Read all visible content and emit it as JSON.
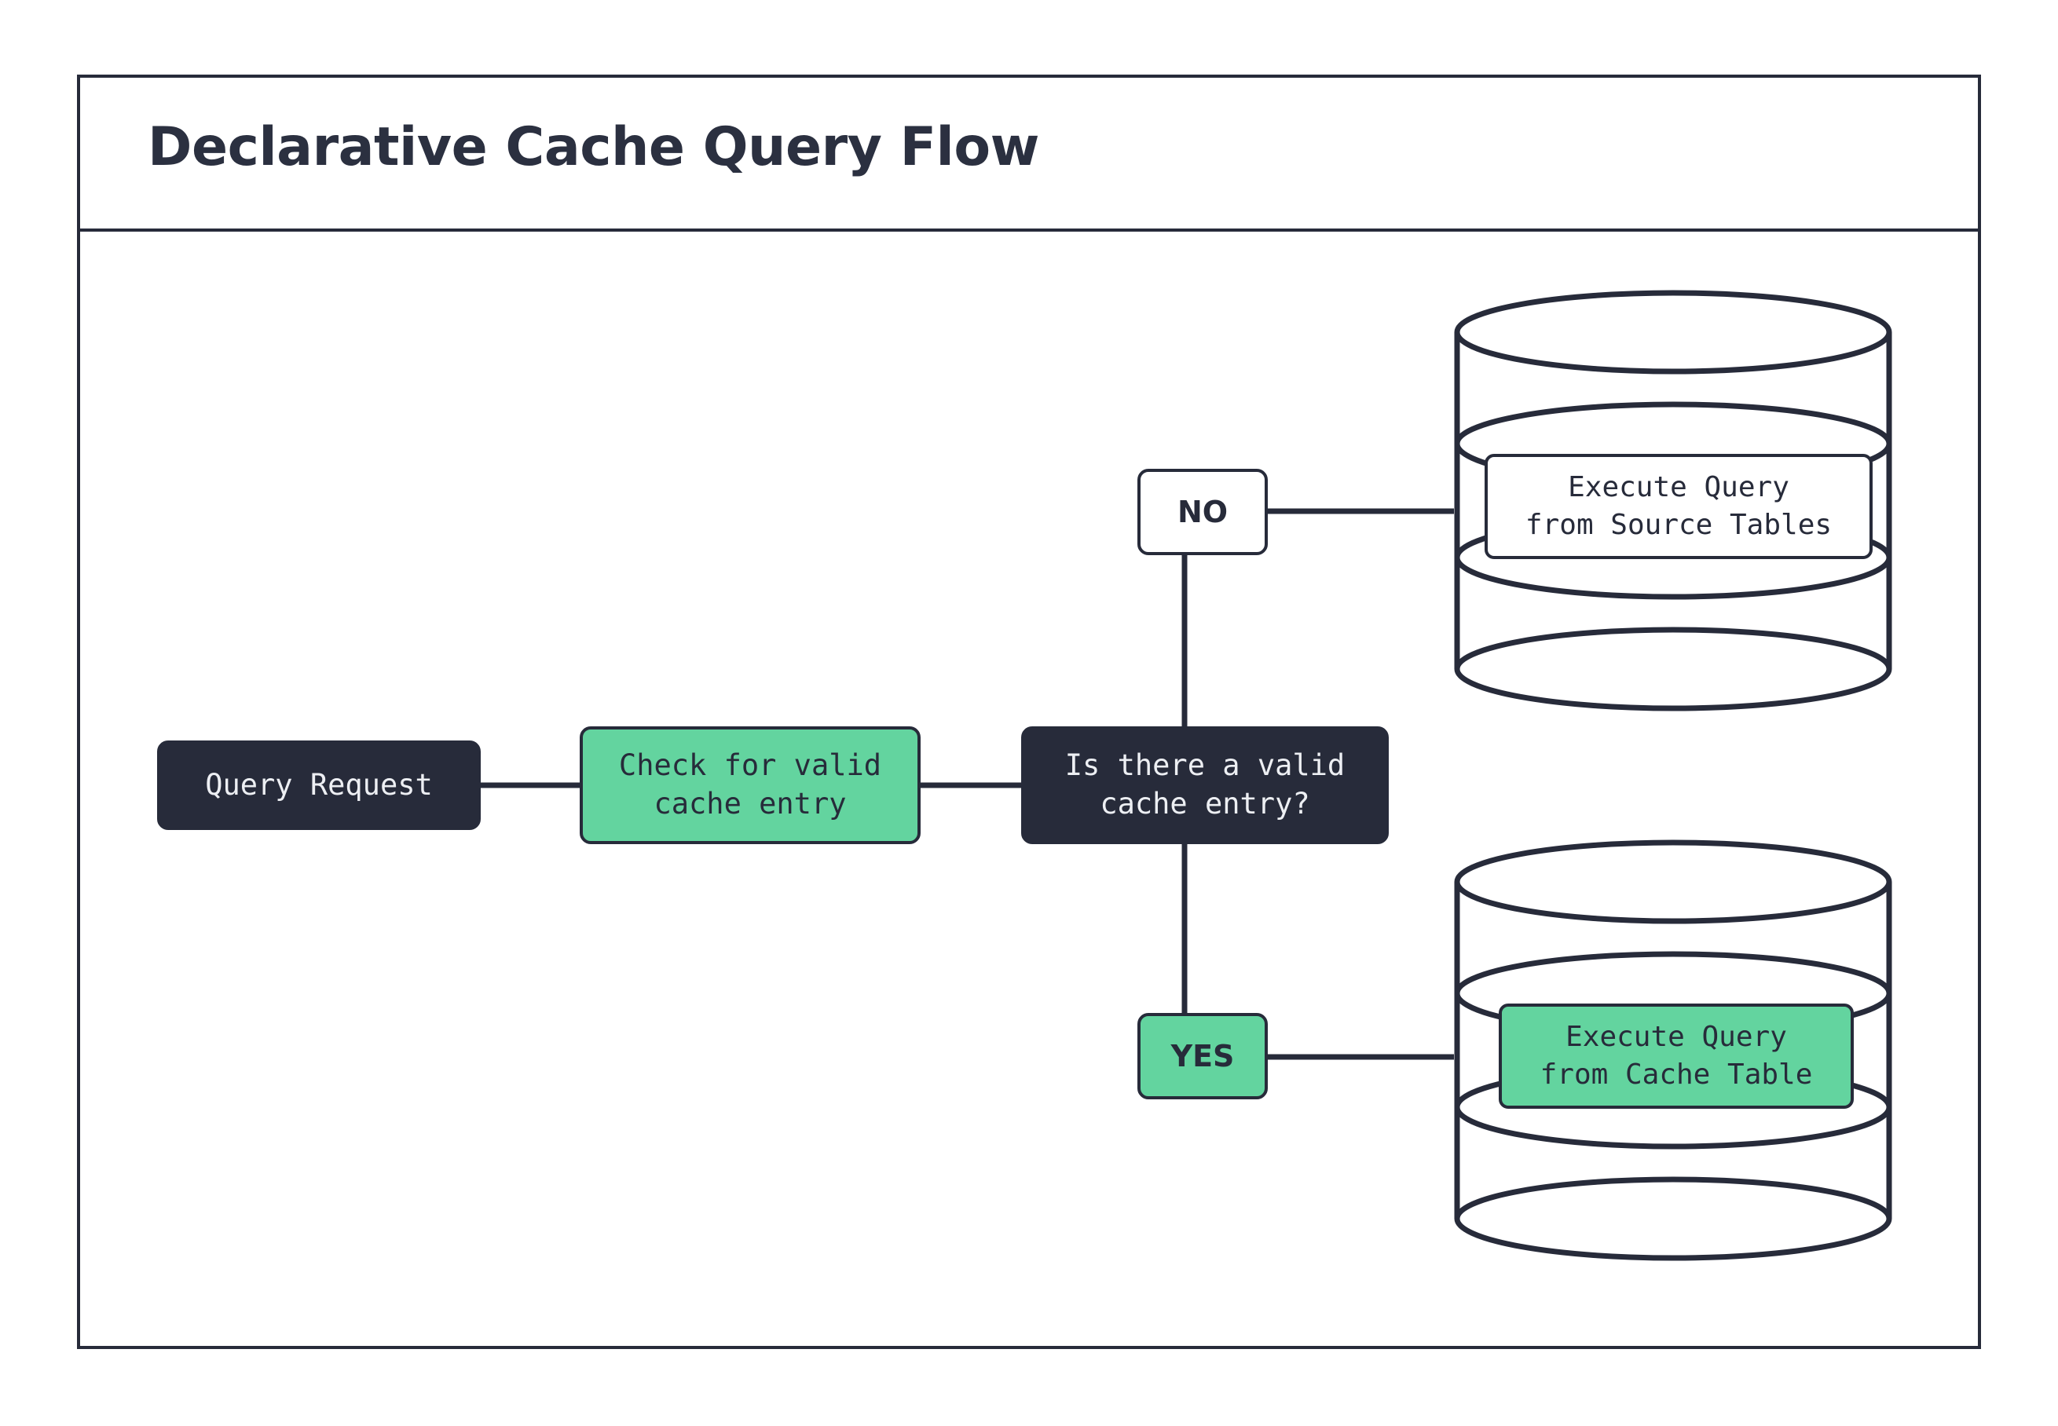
{
  "diagram": {
    "title": "Declarative Cache Query Flow",
    "colors": {
      "dark": "#272B3A",
      "green": "#63D49F",
      "white": "#FFFFFF",
      "text_light": "#EDEFF3"
    },
    "nodes": {
      "query_request": {
        "label": "Query Request",
        "style": "dark"
      },
      "check_cache": {
        "label": "Check for valid\ncache entry",
        "style": "green"
      },
      "decision": {
        "label": "Is there a valid\ncache entry?",
        "style": "dark"
      },
      "branch_no": {
        "label": "NO",
        "style": "white"
      },
      "branch_yes": {
        "label": "YES",
        "style": "green"
      },
      "source_db": {
        "label": "Execute Query\nfrom Source Tables",
        "style": "white",
        "shape": "database-cylinder"
      },
      "cache_db": {
        "label": "Execute Query\nfrom Cache Table",
        "style": "green",
        "shape": "database-cylinder"
      }
    },
    "edges": [
      {
        "from": "query_request",
        "to": "check_cache",
        "label": ""
      },
      {
        "from": "check_cache",
        "to": "decision",
        "label": ""
      },
      {
        "from": "decision",
        "to": "branch_no",
        "label": "NO"
      },
      {
        "from": "branch_no",
        "to": "source_db",
        "label": ""
      },
      {
        "from": "decision",
        "to": "branch_yes",
        "label": "YES"
      },
      {
        "from": "branch_yes",
        "to": "cache_db",
        "label": ""
      }
    ]
  }
}
